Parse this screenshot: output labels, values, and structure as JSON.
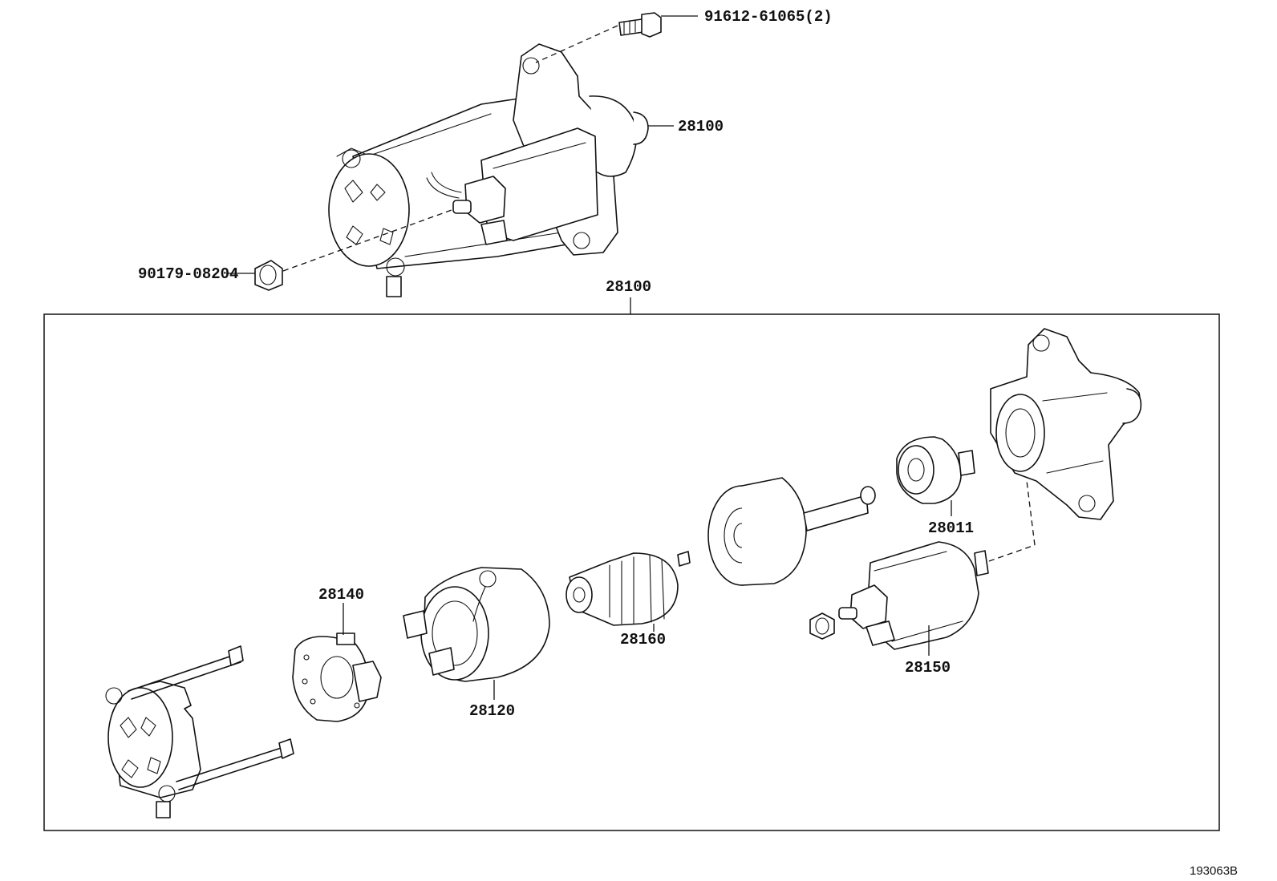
{
  "labels": {
    "bolt": "91612-61065(2)",
    "starter_assy": "28100",
    "nut": "90179-08204",
    "kit_header": "28100",
    "drive_clutch": "28011",
    "brush_holder": "28140",
    "armature": "28160",
    "yoke": "28120",
    "solenoid": "28150"
  },
  "diagram_ref": "193063B"
}
